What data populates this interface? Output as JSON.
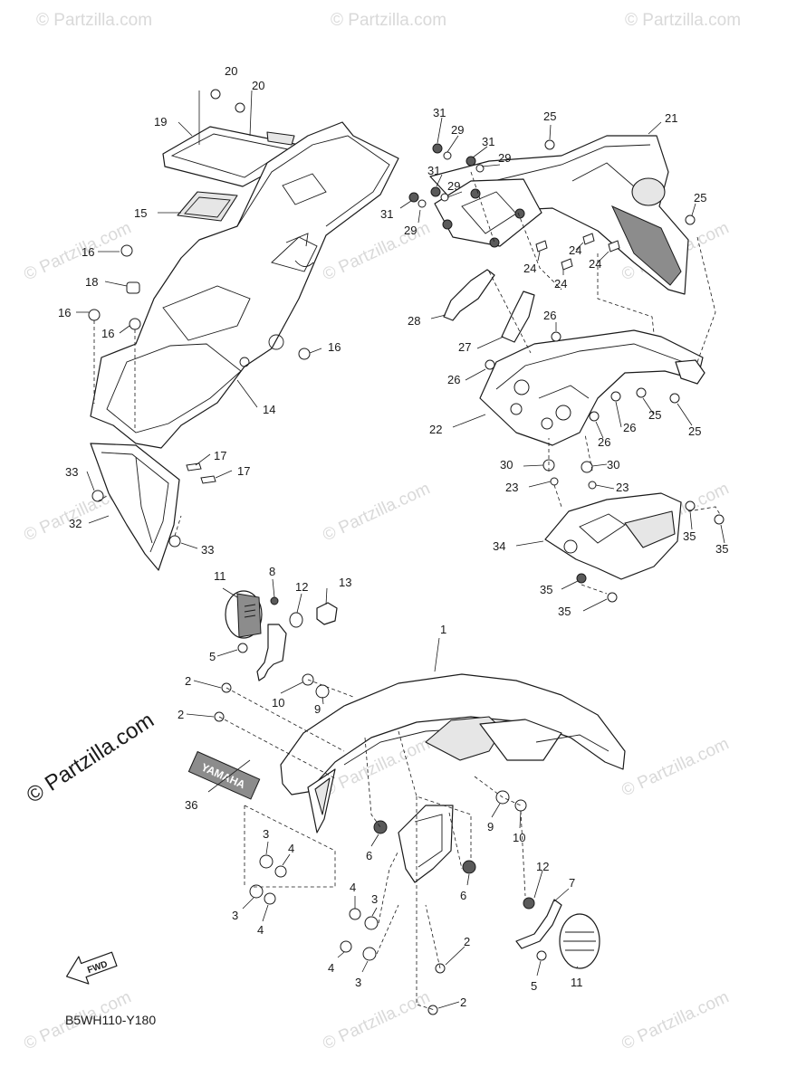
{
  "diagram_code": "B5WH110-Y180",
  "watermark": {
    "tile_text": "© Partzilla.com",
    "main_text": "© Partzilla.com"
  },
  "fwd_label": "FWD",
  "emblem_text": "YAMAHA",
  "callouts": [
    {
      "id": "c20a",
      "text": "20"
    },
    {
      "id": "c20b",
      "text": "20"
    },
    {
      "id": "c19",
      "text": "19"
    },
    {
      "id": "c15",
      "text": "15"
    },
    {
      "id": "c16a",
      "text": "16"
    },
    {
      "id": "c18",
      "text": "18"
    },
    {
      "id": "c16b",
      "text": "16"
    },
    {
      "id": "c16c",
      "text": "16"
    },
    {
      "id": "c16d",
      "text": "16"
    },
    {
      "id": "c14",
      "text": "14"
    },
    {
      "id": "c17a",
      "text": "17"
    },
    {
      "id": "c17b",
      "text": "17"
    },
    {
      "id": "c33a",
      "text": "33"
    },
    {
      "id": "c32",
      "text": "32"
    },
    {
      "id": "c33b",
      "text": "33"
    },
    {
      "id": "c31a",
      "text": "31"
    },
    {
      "id": "c29a",
      "text": "29"
    },
    {
      "id": "c31b",
      "text": "31"
    },
    {
      "id": "c29b",
      "text": "29"
    },
    {
      "id": "c31c",
      "text": "31"
    },
    {
      "id": "c29c",
      "text": "29"
    },
    {
      "id": "c31d",
      "text": "31"
    },
    {
      "id": "c29d",
      "text": "29"
    },
    {
      "id": "c25a",
      "text": "25"
    },
    {
      "id": "c21",
      "text": "21"
    },
    {
      "id": "c25b",
      "text": "25"
    },
    {
      "id": "c24a",
      "text": "24"
    },
    {
      "id": "c24b",
      "text": "24"
    },
    {
      "id": "c24c",
      "text": "24"
    },
    {
      "id": "c24d",
      "text": "24"
    },
    {
      "id": "c28",
      "text": "28"
    },
    {
      "id": "c26a",
      "text": "26"
    },
    {
      "id": "c27",
      "text": "27"
    },
    {
      "id": "c26b",
      "text": "26"
    },
    {
      "id": "c26c",
      "text": "26"
    },
    {
      "id": "c26d",
      "text": "26"
    },
    {
      "id": "c25c",
      "text": "25"
    },
    {
      "id": "c25d",
      "text": "25"
    },
    {
      "id": "c22",
      "text": "22"
    },
    {
      "id": "c30a",
      "text": "30"
    },
    {
      "id": "c30b",
      "text": "30"
    },
    {
      "id": "c23a",
      "text": "23"
    },
    {
      "id": "c23b",
      "text": "23"
    },
    {
      "id": "c35a",
      "text": "35"
    },
    {
      "id": "c35b",
      "text": "35"
    },
    {
      "id": "c34",
      "text": "34"
    },
    {
      "id": "c35c",
      "text": "35"
    },
    {
      "id": "c35d",
      "text": "35"
    },
    {
      "id": "c11a",
      "text": "11"
    },
    {
      "id": "c8",
      "text": "8"
    },
    {
      "id": "c12a",
      "text": "12"
    },
    {
      "id": "c13",
      "text": "13"
    },
    {
      "id": "c5a",
      "text": "5"
    },
    {
      "id": "c1",
      "text": "1"
    },
    {
      "id": "c2a",
      "text": "2"
    },
    {
      "id": "c10a",
      "text": "10"
    },
    {
      "id": "c9a",
      "text": "9"
    },
    {
      "id": "c2b",
      "text": "2"
    },
    {
      "id": "c36",
      "text": "36"
    },
    {
      "id": "c9b",
      "text": "9"
    },
    {
      "id": "c10b",
      "text": "10"
    },
    {
      "id": "c3a",
      "text": "3"
    },
    {
      "id": "c4a",
      "text": "4"
    },
    {
      "id": "c6a",
      "text": "6"
    },
    {
      "id": "c3b",
      "text": "3"
    },
    {
      "id": "c4b",
      "text": "4"
    },
    {
      "id": "c4c",
      "text": "4"
    },
    {
      "id": "c3c",
      "text": "3"
    },
    {
      "id": "c6b",
      "text": "6"
    },
    {
      "id": "c12b",
      "text": "12"
    },
    {
      "id": "c7",
      "text": "7"
    },
    {
      "id": "c4d",
      "text": "4"
    },
    {
      "id": "c3d",
      "text": "3"
    },
    {
      "id": "c2c",
      "text": "2"
    },
    {
      "id": "c2d",
      "text": "2"
    },
    {
      "id": "c5b",
      "text": "5"
    },
    {
      "id": "c11b",
      "text": "11"
    }
  ]
}
